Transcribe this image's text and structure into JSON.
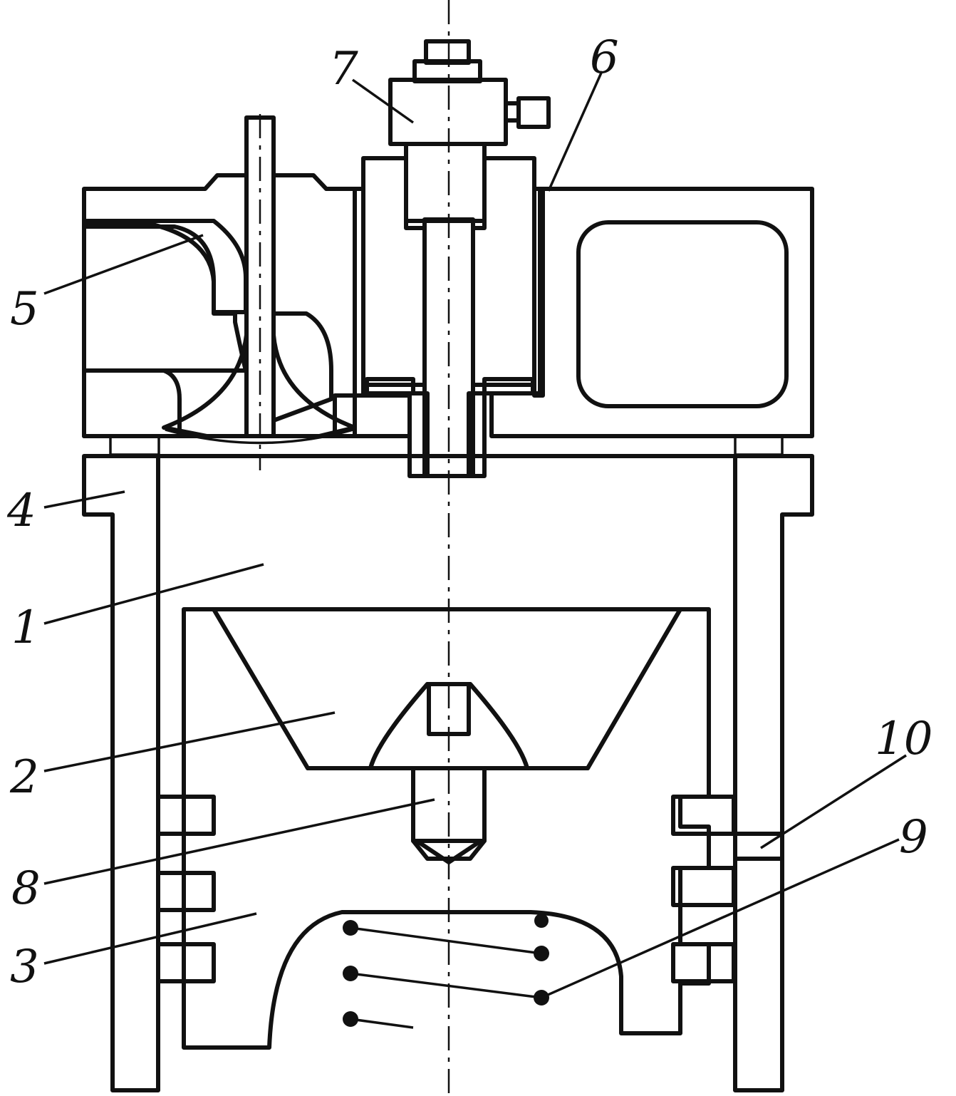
{
  "figure": {
    "labels": [
      {
        "id": "1",
        "text": "1"
      },
      {
        "id": "2",
        "text": "2"
      },
      {
        "id": "3",
        "text": "3"
      },
      {
        "id": "4",
        "text": "4"
      },
      {
        "id": "5",
        "text": "5"
      },
      {
        "id": "6",
        "text": "6"
      },
      {
        "id": "7",
        "text": "7"
      },
      {
        "id": "8",
        "text": "8"
      },
      {
        "id": "9",
        "text": "9"
      },
      {
        "id": "10",
        "text": "10"
      }
    ]
  },
  "colors": {
    "ink": "#111111",
    "paper": "#ffffff"
  }
}
